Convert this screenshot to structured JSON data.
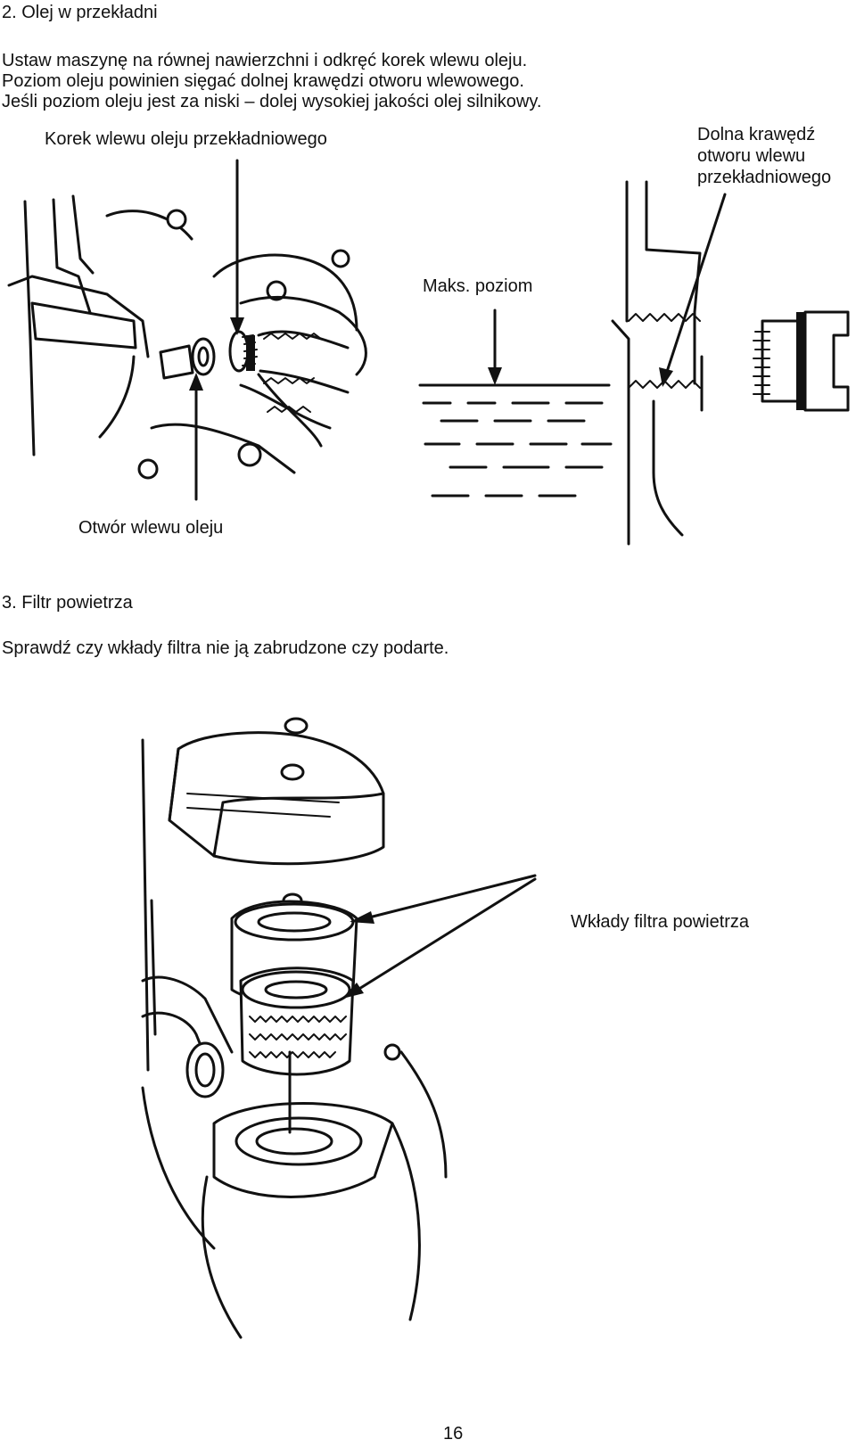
{
  "section2": {
    "heading": "2. Olej w przekładni",
    "lines": [
      "Ustaw maszynę na równej nawierzchni i odkręć korek wlewu oleju.",
      "Poziom oleju powinien sięgać dolnej krawędzi otworu wlewowego.",
      "Jeśli poziom oleju jest za niski – dolej wysokiej jakości olej silnikowy."
    ],
    "labels": {
      "filler_plug": "Korek wlewu oleju przekładniowego",
      "lower_edge": [
        "Dolna krawędź",
        "otworu wlewu",
        "przekładniowego"
      ],
      "max_level": "Maks. poziom",
      "filler_hole": "Otwór wlewu oleju"
    }
  },
  "section3": {
    "heading": "3. Filtr powietrza",
    "line": "Sprawdź czy wkłady filtra nie ją zabrudzone czy podarte.",
    "labels": {
      "filter_elements": "Wkłady filtra powietrza"
    }
  },
  "footer": {
    "page_number": "16"
  }
}
